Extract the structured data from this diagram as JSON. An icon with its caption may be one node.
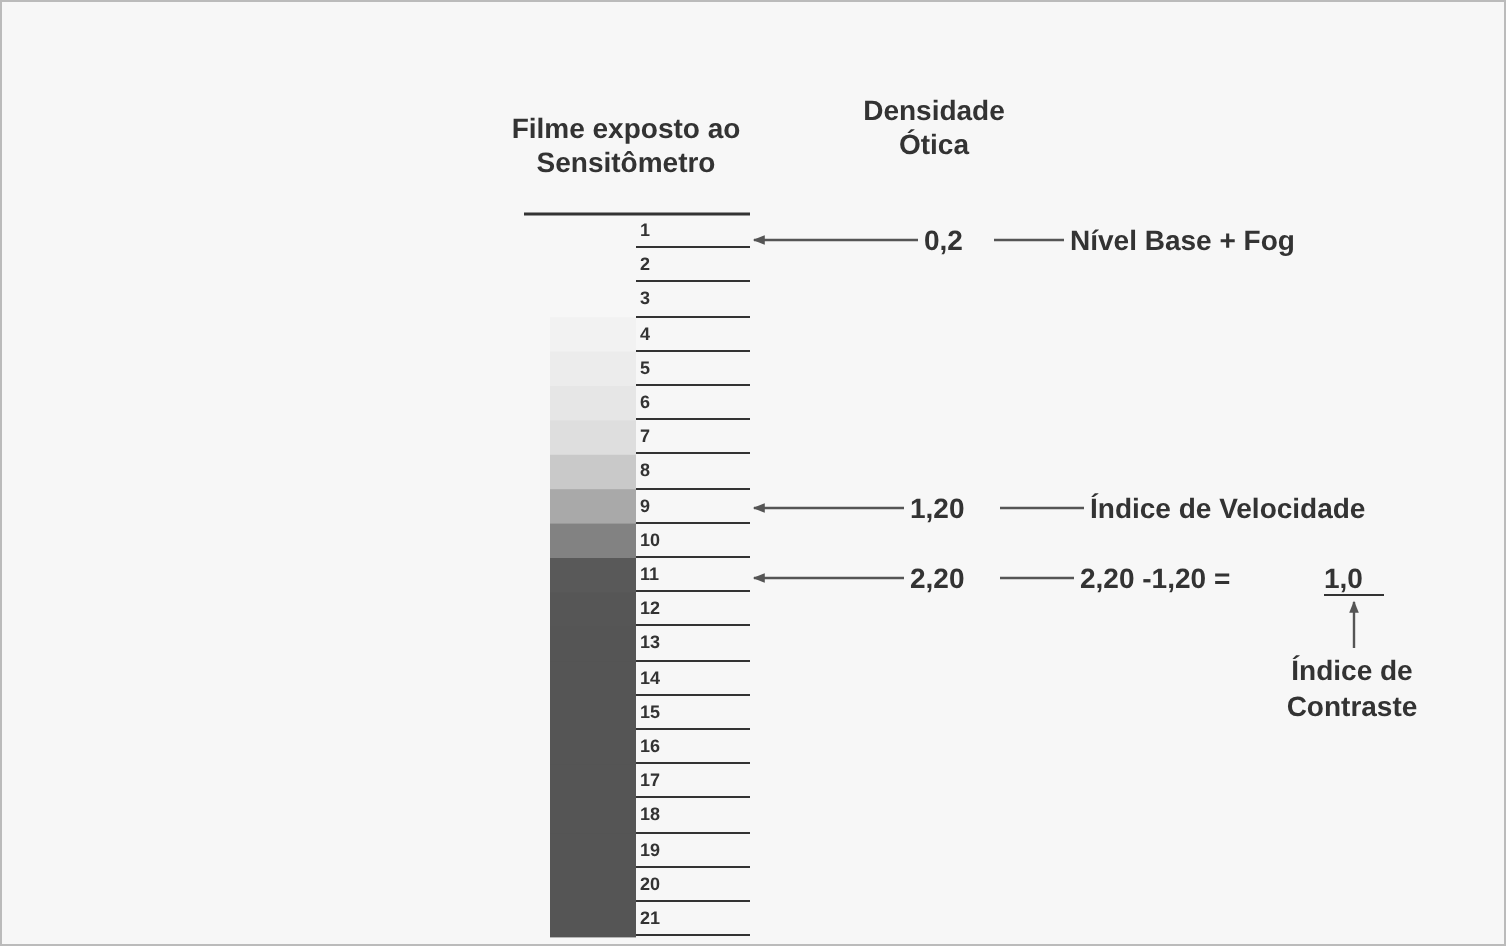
{
  "diagram": {
    "nodes": [
      {
        "text": [
          "1"
        ]
      },
      {
        "text": [
          "2"
        ]
      },
      {
        "text": [
          "3"
        ]
      },
      {
        "text": [
          "4"
        ]
      },
      {
        "text": [
          "5"
        ]
      },
      {
        "text": [
          "6"
        ]
      },
      {
        "text": [
          "7"
        ]
      },
      {
        "text": [
          "8"
        ]
      },
      {
        "text": [
          "9"
        ]
      },
      {
        "text": [
          "10"
        ]
      },
      {
        "text": [
          "11"
        ]
      },
      {
        "text": [
          "12"
        ]
      },
      {
        "text": [
          "13"
        ]
      },
      {
        "text": [
          "14"
        ]
      },
      {
        "text": [
          "15"
        ]
      },
      {
        "text": [
          "16"
        ]
      },
      {
        "text": [
          "17"
        ]
      },
      {
        "text": [
          "18"
        ]
      },
      {
        "text": [
          "19"
        ]
      },
      {
        "text": [
          "20"
        ]
      },
      {
        "text": [
          "21"
        ]
      },
      {
        "text": [
          "0,2"
        ]
      },
      {
        "text": [
          "Nível Base + Fog"
        ]
      },
      {
        "text": [
          "1,20"
        ]
      },
      {
        "text": [
          "Índice de Velocidade"
        ]
      },
      {
        "text": [
          "2,20"
        ]
      },
      {
        "text": [
          "2,20 -1,20 ="
        ]
      },
      {
        "text": [
          "1,0"
        ]
      },
      {
        "text": [
          "Índice de Contraste"
        ]
      }
    ],
    "edges": [
      {
        "from": 21,
        "to": 0,
        "arrow": "to"
      },
      {
        "from": 21,
        "to": 22,
        "arrow": "none"
      },
      {
        "from": 23,
        "to": 8,
        "arrow": "to"
      },
      {
        "from": 23,
        "to": 24,
        "arrow": "none"
      },
      {
        "from": 25,
        "to": 10,
        "arrow": "to"
      },
      {
        "from": 25,
        "to": 26,
        "arrow": "none"
      },
      {
        "from": 28,
        "to": 27,
        "arrow": "to"
      }
    ],
    "labels": [
      "Filme exposto ao Sensitômetro",
      "Densidade Ótica"
    ]
  }
}
